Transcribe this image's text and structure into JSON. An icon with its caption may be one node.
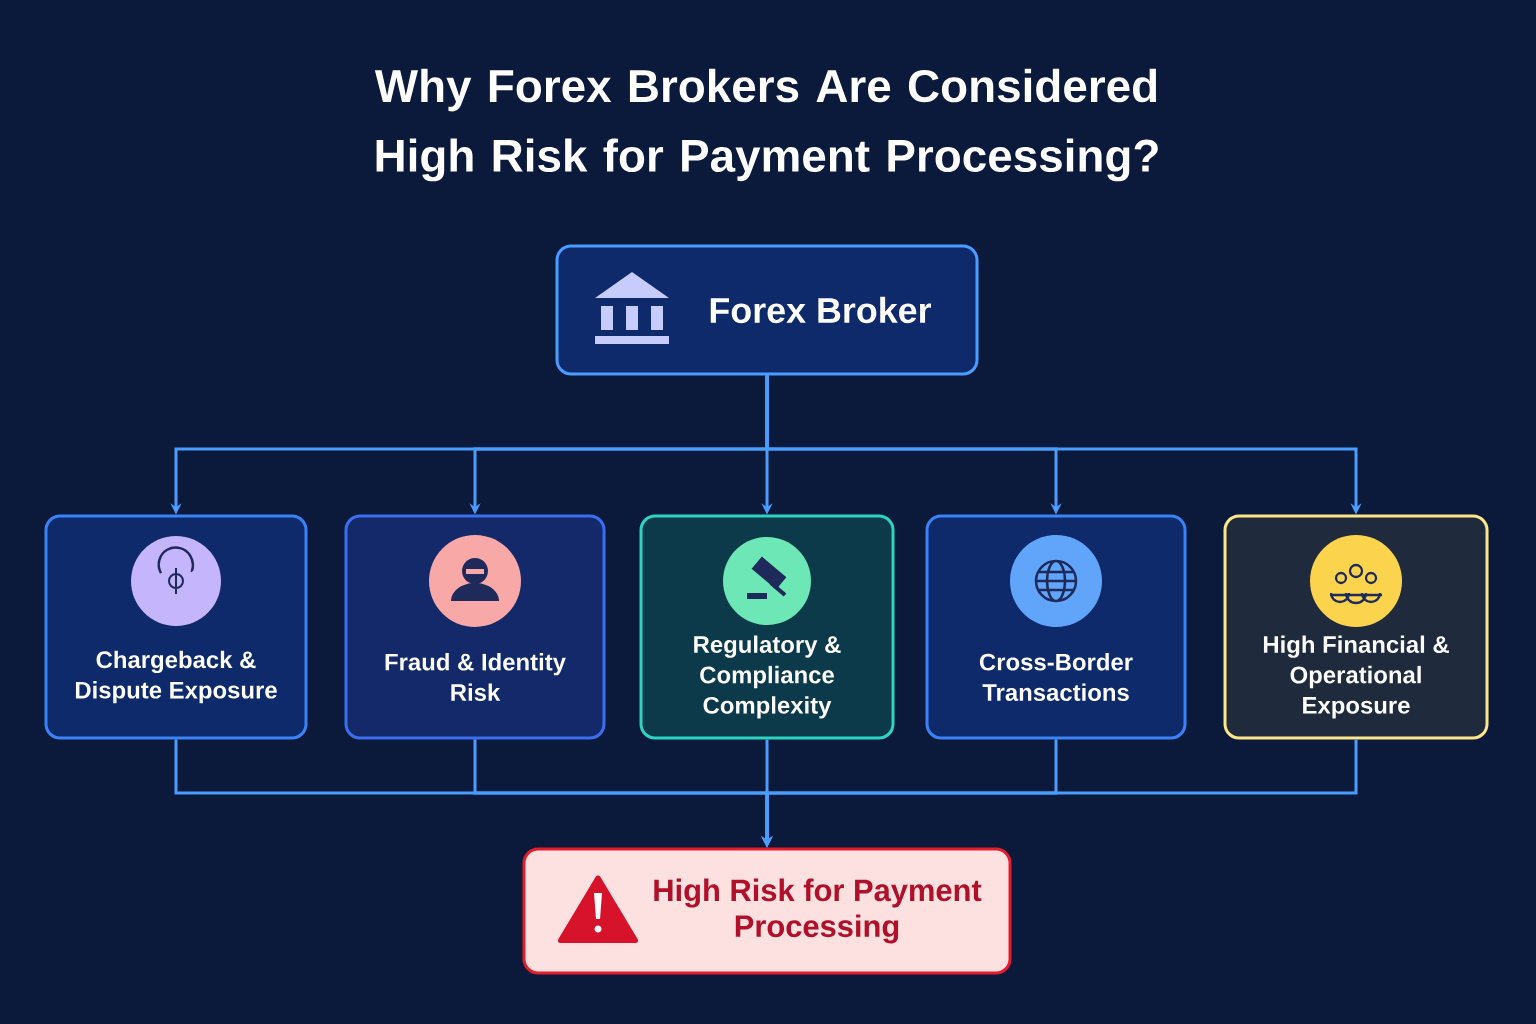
{
  "diagram": {
    "title": "Why Forex Brokers Are Considered High Risk for Payment Processing?",
    "nodes": [
      {
        "text": [
          "Forex Broker"
        ]
      },
      {
        "text": [
          "Chargeback & Dispute Exposure"
        ]
      },
      {
        "text": [
          "Fraud & Identity Risk"
        ]
      },
      {
        "text": [
          "Regulatory & Compliance Complexity"
        ]
      },
      {
        "text": [
          "Cross-Border Transactions"
        ]
      },
      {
        "text": [
          "High Financial & Operational Exposure"
        ]
      },
      {
        "text": [
          "High Risk for Payment Processing"
        ]
      }
    ],
    "edges": [
      {
        "from": 0,
        "to": 1,
        "arrow": "to"
      },
      {
        "from": 0,
        "to": 2,
        "arrow": "to"
      },
      {
        "from": 0,
        "to": 3,
        "arrow": "to"
      },
      {
        "from": 0,
        "to": 4,
        "arrow": "to"
      },
      {
        "from": 0,
        "to": 5,
        "arrow": "to"
      },
      {
        "from": 1,
        "to": 6,
        "arrow": "to"
      },
      {
        "from": 2,
        "to": 6,
        "arrow": "to"
      },
      {
        "from": 3,
        "to": 6,
        "arrow": "to"
      },
      {
        "from": 4,
        "to": 6,
        "arrow": "to"
      },
      {
        "from": 5,
        "to": 6,
        "arrow": "to"
      }
    ]
  }
}
